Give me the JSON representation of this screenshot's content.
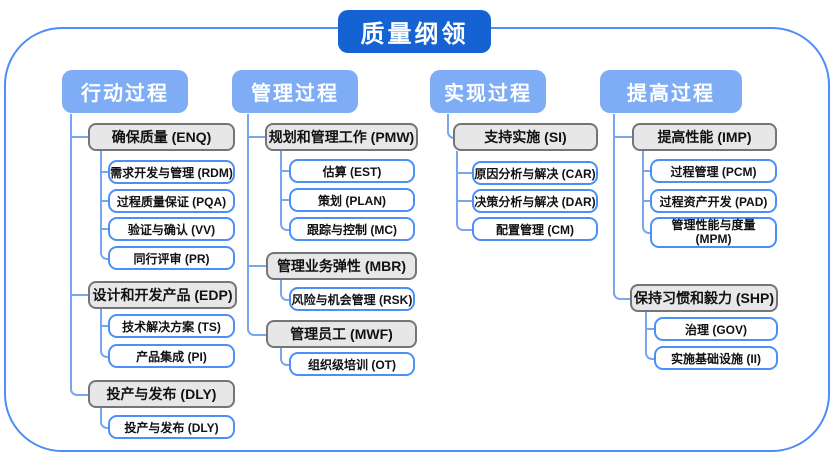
{
  "title": "质量纲领",
  "colors": {
    "title_bg": "#1563d2",
    "header_bg": "#7fadf5",
    "leaf_border": "#4a90f7",
    "gray_fill": "#e7e7e7",
    "gray_border": "#757575",
    "connector": "#7aa6f0",
    "frame_border": "#4d8df5"
  },
  "columns": [
    {
      "header": "行动过程",
      "groups": [
        {
          "parent": "确保质量 (ENQ)",
          "children": [
            "需求开发与管理 (RDM)",
            "过程质量保证 (PQA)",
            "验证与确认 (VV)",
            "同行评审 (PR)"
          ]
        },
        {
          "parent": "设计和开发产品 (EDP)",
          "children": [
            "技术解决方案 (TS)",
            "产品集成 (PI)"
          ]
        },
        {
          "parent": "投产与发布 (DLY)",
          "children": [
            "投产与发布 (DLY)"
          ]
        }
      ]
    },
    {
      "header": "管理过程",
      "groups": [
        {
          "parent": "规划和管理工作 (PMW)",
          "children": [
            "估算 (EST)",
            "策划 (PLAN)",
            "跟踪与控制 (MC)"
          ]
        },
        {
          "parent": "管理业务弹性 (MBR)",
          "children": [
            "风险与机会管理 (RSK)"
          ]
        },
        {
          "parent": "管理员工 (MWF)",
          "children": [
            "组织级培训 (OT)"
          ]
        }
      ]
    },
    {
      "header": "实现过程",
      "groups": [
        {
          "parent": "支持实施 (SI)",
          "children": [
            "原因分析与解决 (CAR)",
            "决策分析与解决 (DAR)",
            "配置管理 (CM)"
          ]
        }
      ]
    },
    {
      "header": "提高过程",
      "groups": [
        {
          "parent": "提高性能 (IMP)",
          "children": [
            "过程管理 (PCM)",
            "过程资产开发 (PAD)",
            "管理性能与度量 (MPM)"
          ]
        },
        {
          "parent": "保持习惯和毅力 (SHP)",
          "children": [
            "治理 (GOV)",
            "实施基础设施 (II)"
          ]
        }
      ]
    }
  ]
}
